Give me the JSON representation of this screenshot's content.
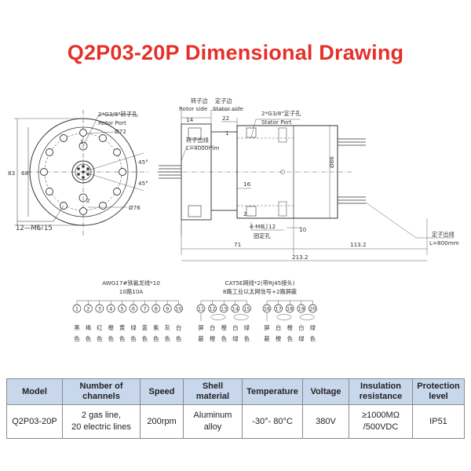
{
  "title": "Q2P03-20P Dimensional Drawing",
  "front_view": {
    "port_label_cn": "2*G3/8\"转子孔",
    "port_label_en": "Rotor Port",
    "dia_72": "Ø72",
    "dia_76": "Ø76",
    "dim_83": "83",
    "dim_68": "68",
    "dim_45": "45°",
    "dim_45b": "45°",
    "dim_1": "1",
    "dim_2": "2",
    "bolt_label": "12—M6",
    "bolt_depth": "15"
  },
  "side_view": {
    "rotor_side_cn": "转子边",
    "stator_side_cn": "定子边",
    "rotor_side": "Rotor side",
    "stator_side": "Stator side",
    "dim_14": "14",
    "dim_22": "22",
    "dim_16": "16",
    "dim_1": "1",
    "dim_2": "2",
    "stator_port_cn": "2*G3/8\"定子孔",
    "stator_port_en": "Stator Port",
    "rotor_wire_cn": "转子出线",
    "rotor_wire_len": "L=4000mm",
    "dia_86": "Ø86",
    "mount_hole": "4-M6",
    "mount_depth": "12",
    "mount_cn": "固定孔",
    "dim_10": "10",
    "dim_71": "71",
    "dim_113": "113.2",
    "dim_213": "213.2",
    "stator_wire_cn": "定子出线",
    "stator_wire_len": "L=800mm"
  },
  "wiring_left": {
    "line1": "AWG17#铁氟龙线*10",
    "line2": "10路10A",
    "numbers": [
      "1",
      "2",
      "3",
      "4",
      "5",
      "6",
      "7",
      "8",
      "9",
      "10"
    ],
    "colors_top": [
      "黑",
      "褐",
      "红",
      "橙",
      "黄",
      "绿",
      "蓝",
      "紫",
      "灰",
      "白"
    ],
    "colors_bottom": [
      "色",
      "色",
      "色",
      "色",
      "色",
      "色",
      "色",
      "色",
      "色",
      "色"
    ]
  },
  "wiring_right": {
    "line1": "CAT5E网线*2(带RJ45接头)",
    "line2": "8路工业以太网信号+2路屏蔽",
    "group1": [
      "11",
      "12",
      "13",
      "14",
      "15"
    ],
    "group2": [
      "16",
      "17",
      "18",
      "19",
      "20"
    ],
    "top1": [
      "屏",
      "白",
      "橙",
      "白",
      "绿"
    ],
    "bottom1": [
      "蔽",
      "橙",
      "色",
      "绿",
      "色"
    ],
    "top2": [
      "屏",
      "白",
      "橙",
      "白",
      "绿"
    ],
    "bottom2": [
      "蔽",
      "橙",
      "色",
      "绿",
      "色"
    ]
  },
  "table": {
    "headers": [
      "Model",
      "Number of\nchannels",
      "Speed",
      "Shell\nmaterial",
      "Temperature",
      "Voltage",
      "Insulation\nresistance",
      "Protection\nlevel"
    ],
    "row": [
      "Q2P03-20P",
      "2 gas line,\n20 electric lines",
      "200rpm",
      "Aluminum\nalloy",
      "-30°- 80°C",
      "380V",
      "≥1000MΩ\n/500VDC",
      "IP51"
    ]
  },
  "colors": {
    "title": "#e5302a",
    "header_bg": "#c9d7ed",
    "line": "#333333"
  }
}
